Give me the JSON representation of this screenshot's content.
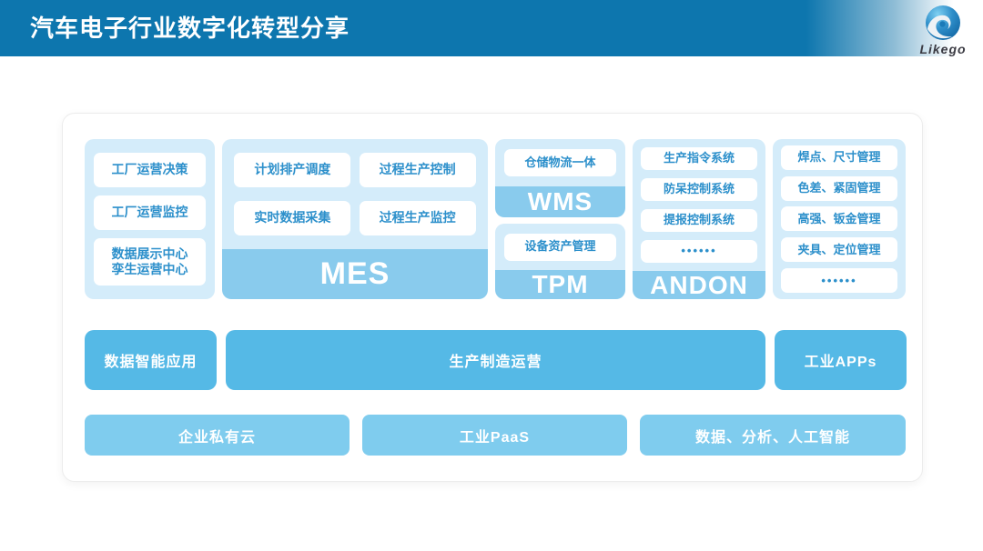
{
  "header": {
    "title": "汽车电子行业数字化转型分享",
    "logo_text": "Likego"
  },
  "colors": {
    "header_blue": "#0d76ae",
    "panel_light_blue": "#d4ecfa",
    "band_blue": "#89cbed",
    "middle_row_blue": "#55b9e6",
    "bottom_row_blue": "#7fccee",
    "box_text_blue": "#2d90cb"
  },
  "diagram": {
    "factory_panel": {
      "box1": "工厂运营决策",
      "box2": "工厂运营监控",
      "box3_line1": "数据展示中心",
      "box3_line2": "孪生运营中心"
    },
    "mes_panel": {
      "label": "MES",
      "boxes": [
        "计划排产调度",
        "过程生产控制",
        "实时数据采集",
        "过程生产监控"
      ]
    },
    "wms_panel": {
      "label": "WMS",
      "box": "仓储物流一体"
    },
    "tpm_panel": {
      "label": "TPM",
      "box": "设备资产管理"
    },
    "andon_panel": {
      "label": "ANDON",
      "boxes": [
        "生产指令系统",
        "防呆控制系统",
        "提报控制系统",
        "••••••"
      ]
    },
    "quality_panel": {
      "boxes": [
        "焊点、尺寸管理",
        "色差、紧固管理",
        "高强、钣金管理",
        "夹具、定位管理",
        "••••••"
      ]
    },
    "middle_row": {
      "left": "数据智能应用",
      "center": "生产制造运营",
      "right": "工业APPs"
    },
    "bottom_row": {
      "left": "企业私有云",
      "center": "工业PaaS",
      "right": "数据、分析、人工智能"
    }
  }
}
